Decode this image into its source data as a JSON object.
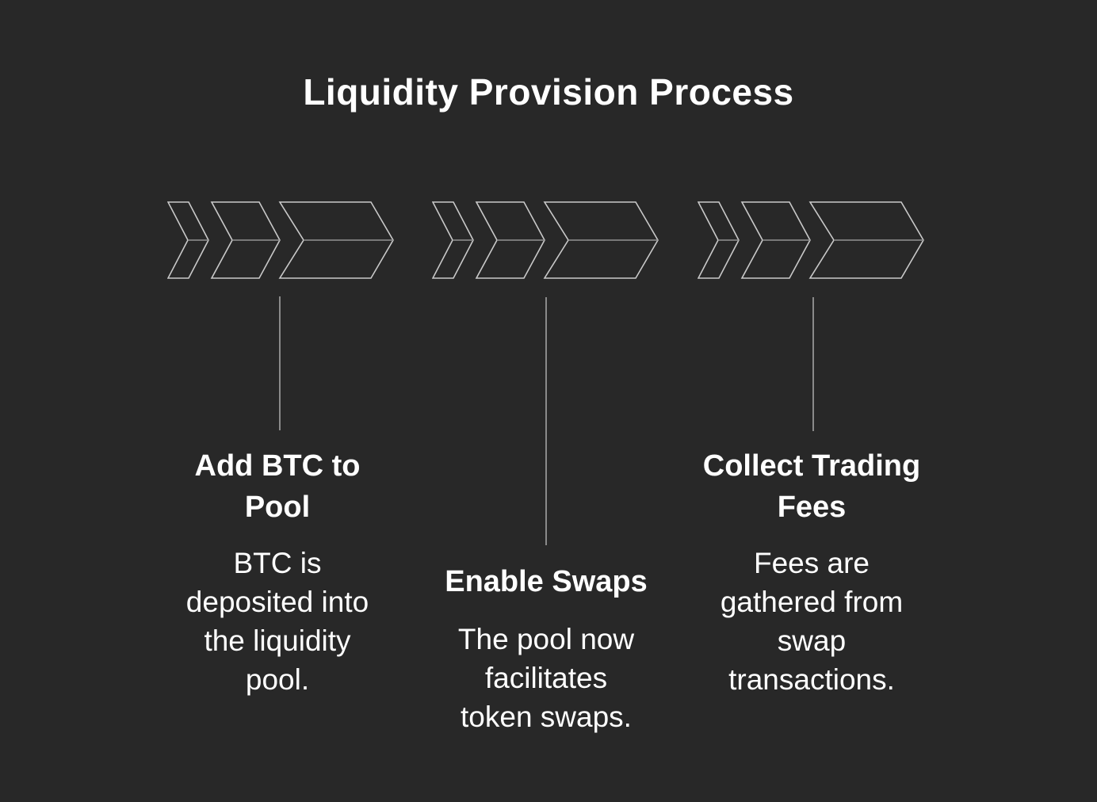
{
  "title": "Liquidity Provision Process",
  "colors": {
    "background": "#282828",
    "text": "#ffffff",
    "chevron_outline": "#c9c9c9",
    "chevron_midline": "#929292",
    "connector_line": "#8a8a8a"
  },
  "steps": [
    {
      "heading": "Add BTC to\nPool",
      "body": "BTC is\ndeposited into\nthe liquidity\npool."
    },
    {
      "heading": "Enable Swaps",
      "body": "The pool now\nfacilitates\ntoken swaps."
    },
    {
      "heading": "Collect Trading\nFees",
      "body": "Fees are\ngathered from\nswap\ntransactions."
    }
  ]
}
